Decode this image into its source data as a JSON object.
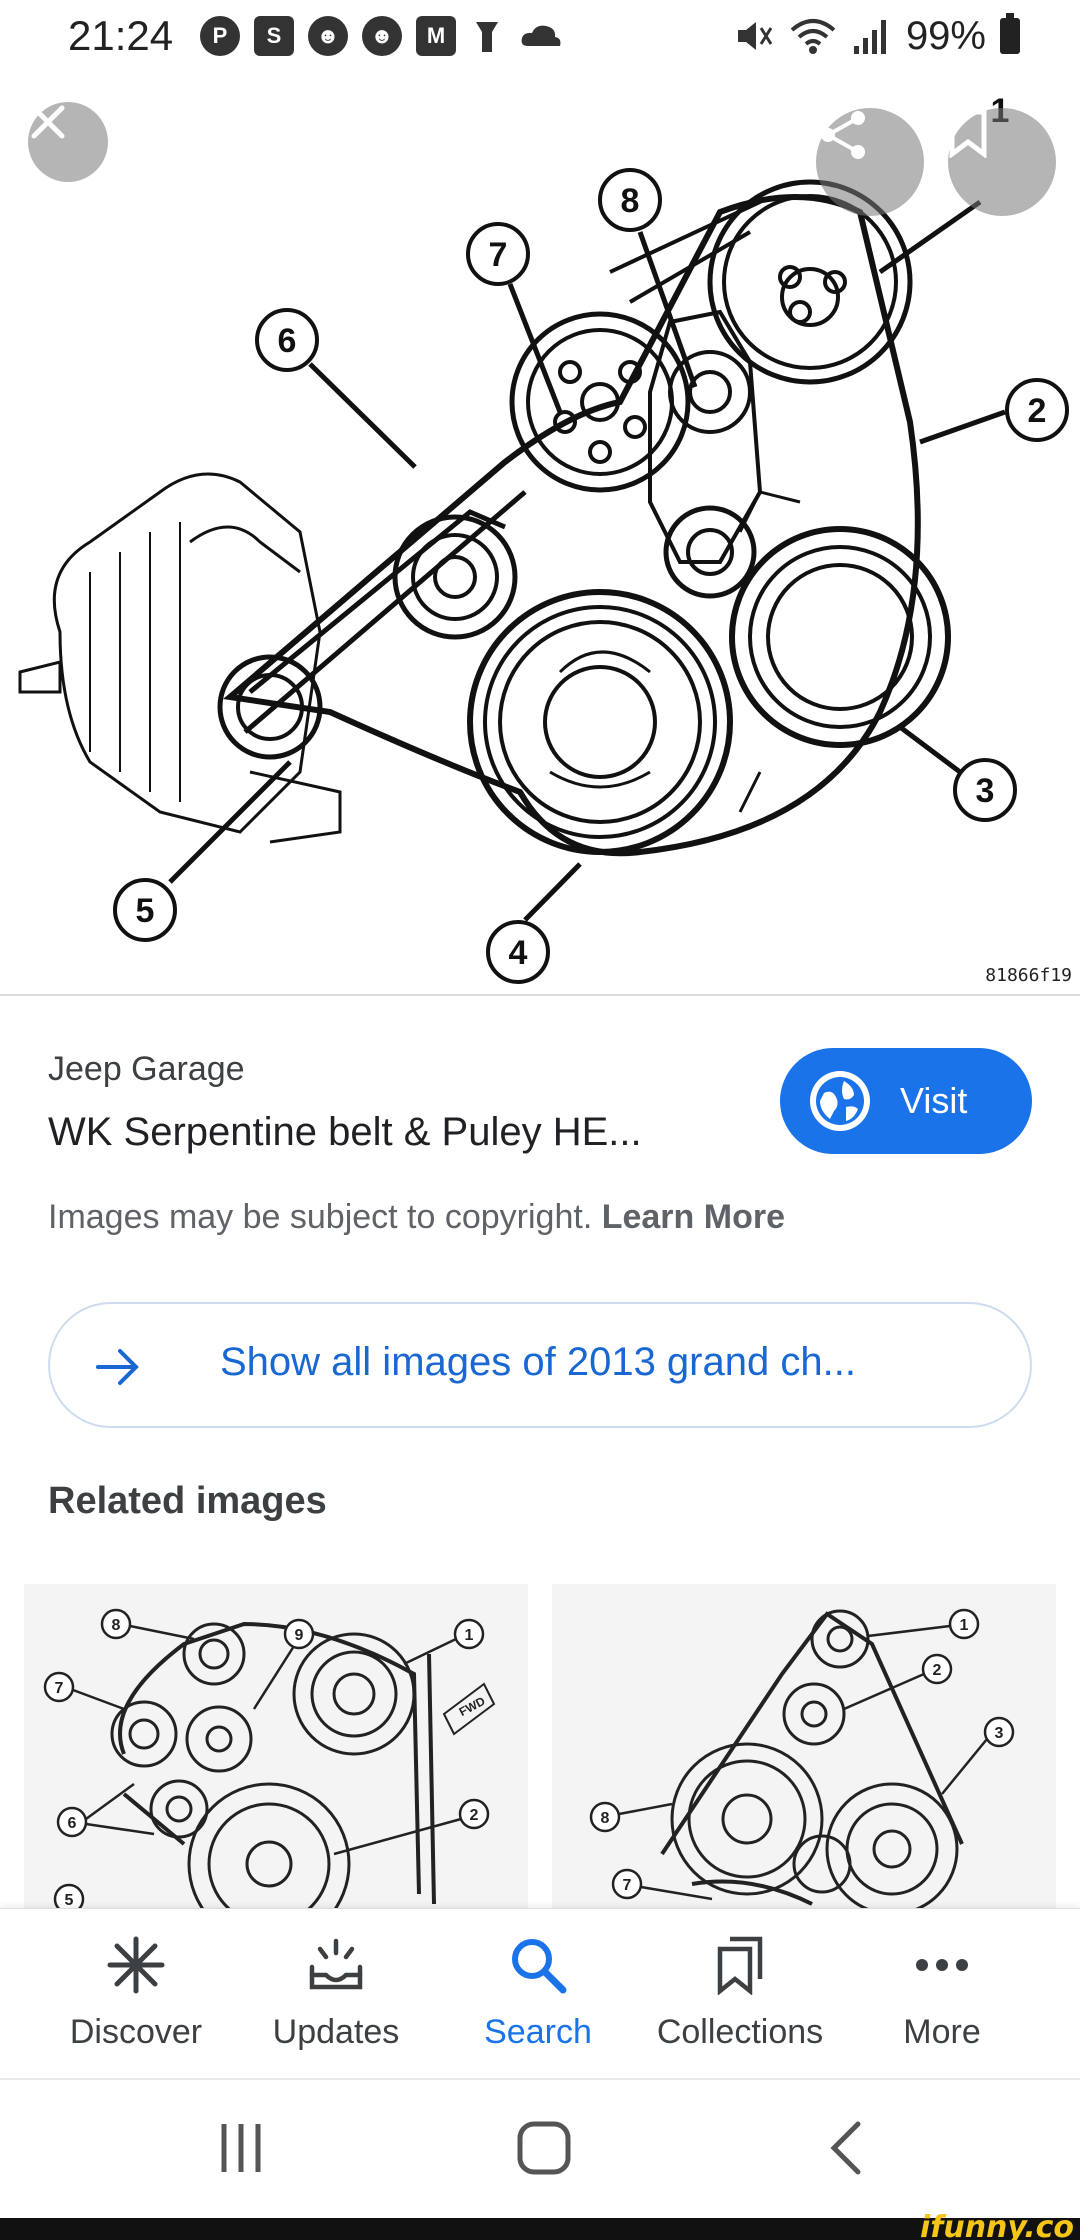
{
  "status_bar": {
    "time": "21:24",
    "left_icons": [
      "P",
      "S",
      "☻",
      "☻",
      "M"
    ],
    "battery_text": "99%"
  },
  "image": {
    "credit": "81866f19",
    "callouts": [
      "1",
      "2",
      "3",
      "4",
      "5",
      "6",
      "7",
      "8"
    ]
  },
  "details": {
    "source": "Jeep Garage",
    "title": "WK Serpentine belt & Puley HE...",
    "visit_label": "Visit",
    "copyright_text": "Images may be subject to copyright. ",
    "learn_more": "Learn More",
    "show_all_label": "Show all images of 2013 grand ch...",
    "related_title": "Related images"
  },
  "thumb1": {
    "callouts": [
      "8",
      "9",
      "1",
      "7",
      "6",
      "5",
      "2"
    ],
    "fwd": "FWD"
  },
  "thumb2": {
    "callouts": [
      "1",
      "2",
      "3",
      "8",
      "7"
    ]
  },
  "bottom_nav": {
    "items": [
      {
        "label": "Discover",
        "icon": "asterisk-icon"
      },
      {
        "label": "Updates",
        "icon": "updates-tray-icon"
      },
      {
        "label": "Search",
        "icon": "search-icon"
      },
      {
        "label": "Collections",
        "icon": "collections-bookmark-icon"
      },
      {
        "label": "More",
        "icon": "more-dots-icon"
      }
    ],
    "active": "Search"
  },
  "colors": {
    "accent": "#1a73e8",
    "link": "#1967d2"
  },
  "watermark": "ifunny.co"
}
